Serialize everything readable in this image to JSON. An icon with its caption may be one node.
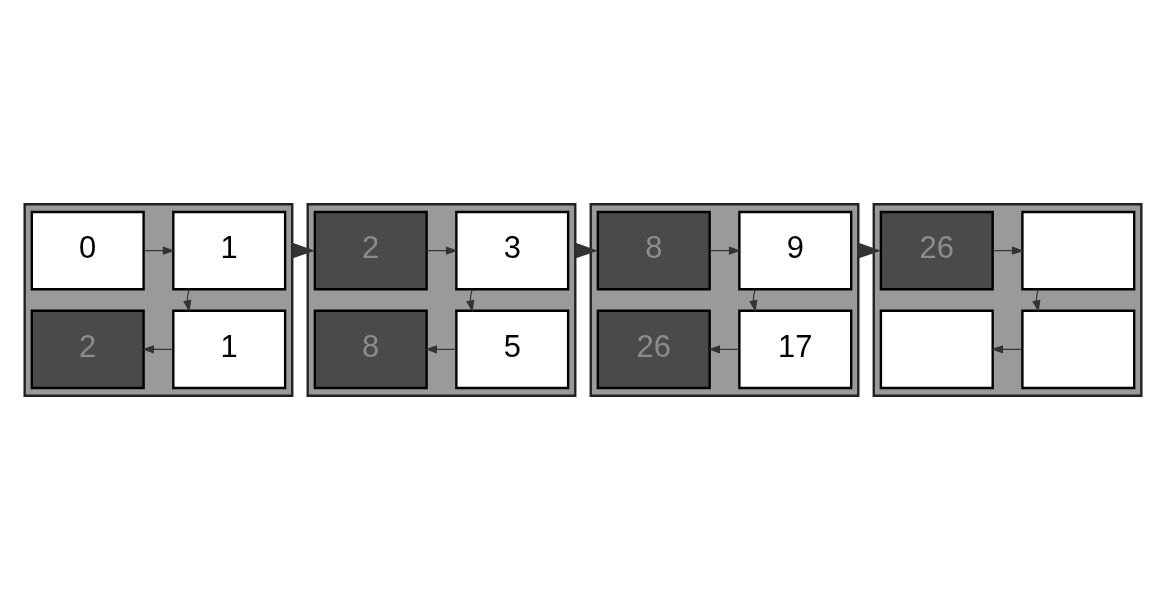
{
  "diagram": {
    "nodes": [
      {
        "text": [],
        "shape": "box"
      },
      {
        "text": [
          "0"
        ],
        "in": 0
      },
      {
        "text": [
          "1"
        ],
        "in": 0
      },
      {
        "text": [
          "2"
        ],
        "in": 0
      },
      {
        "text": [
          "1"
        ],
        "in": 0
      },
      {
        "text": [],
        "shape": "box"
      },
      {
        "text": [
          "2"
        ],
        "in": 5
      },
      {
        "text": [
          "3"
        ],
        "in": 5
      },
      {
        "text": [
          "8"
        ],
        "in": 5
      },
      {
        "text": [
          "5"
        ],
        "in": 5
      },
      {
        "text": [],
        "shape": "box"
      },
      {
        "text": [
          "8"
        ],
        "in": 10
      },
      {
        "text": [
          "9"
        ],
        "in": 10
      },
      {
        "text": [
          "26"
        ],
        "in": 10
      },
      {
        "text": [
          "17"
        ],
        "in": 10
      },
      {
        "text": [],
        "shape": "box"
      },
      {
        "text": [
          "26"
        ],
        "in": 15
      },
      {
        "text": [],
        "shape": "box",
        "in": 15
      },
      {
        "text": [],
        "shape": "box",
        "in": 15
      },
      {
        "text": [],
        "shape": "box",
        "in": 15
      }
    ],
    "edges": [
      {
        "from": 1,
        "to": 2,
        "arrow": "to"
      },
      {
        "from": 2,
        "to": 4,
        "arrow": "to"
      },
      {
        "from": 4,
        "to": 3,
        "arrow": "to"
      },
      {
        "from": 0,
        "to": 5,
        "arrow": "to",
        "style": "thick"
      },
      {
        "from": 6,
        "to": 7,
        "arrow": "to"
      },
      {
        "from": 7,
        "to": 9,
        "arrow": "to"
      },
      {
        "from": 9,
        "to": 8,
        "arrow": "to"
      },
      {
        "from": 5,
        "to": 10,
        "arrow": "to",
        "style": "thick"
      },
      {
        "from": 11,
        "to": 12,
        "arrow": "to"
      },
      {
        "from": 12,
        "to": 14,
        "arrow": "to"
      },
      {
        "from": 14,
        "to": 13,
        "arrow": "to"
      },
      {
        "from": 10,
        "to": 15,
        "arrow": "to",
        "style": "thick"
      },
      {
        "from": 16,
        "to": 17,
        "arrow": "to"
      },
      {
        "from": 17,
        "to": 19,
        "arrow": "to"
      },
      {
        "from": 19,
        "to": 18,
        "arrow": "to"
      }
    ]
  }
}
